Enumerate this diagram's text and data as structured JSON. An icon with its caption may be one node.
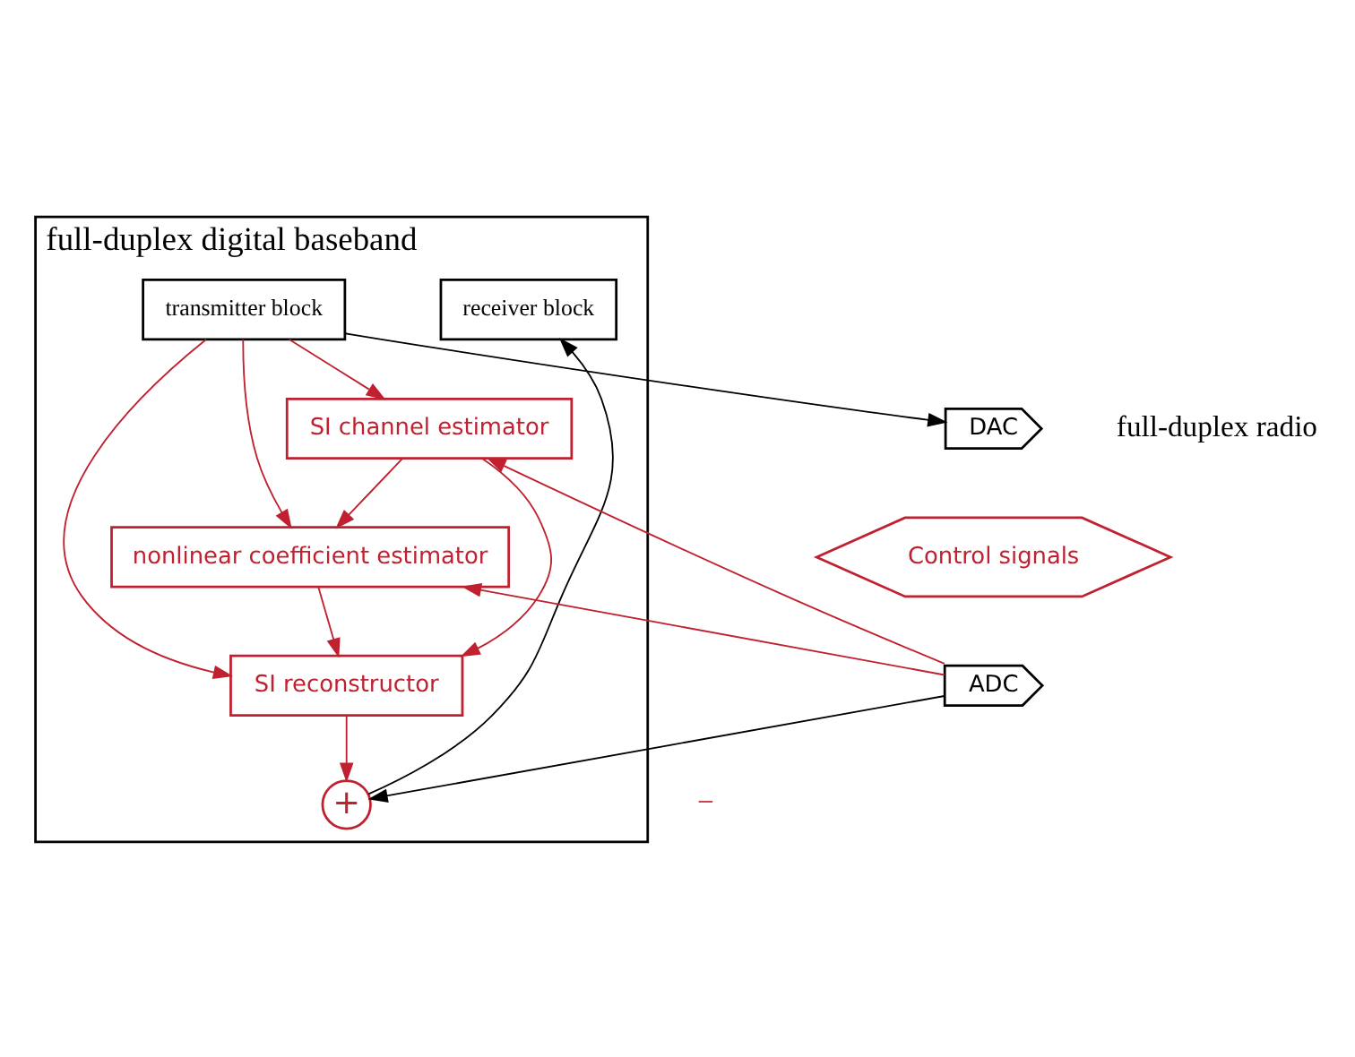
{
  "diagram": {
    "nodes": [
      {
        "text": [
          "full-duplex digital baseband"
        ]
      },
      {
        "text": [
          "receiver block"
        ],
        "in": 0
      },
      {
        "text": [
          "transmitter block"
        ],
        "in": 0
      },
      {
        "text": [
          "SI channel estimator"
        ],
        "in": 0
      },
      {
        "text": [
          "SI reconstructor"
        ],
        "in": 0
      },
      {
        "text": [
          "nonlinear coefficient estimator"
        ],
        "in": 0
      },
      {
        "text": [
          "+"
        ],
        "in": 0
      },
      {
        "text": [
          "DAC"
        ]
      },
      {
        "text": [
          "Control signals"
        ]
      },
      {
        "text": [
          "ADC"
        ]
      }
    ],
    "edges": [
      {
        "from": 2,
        "to": 7,
        "arrow": "to",
        "color": "#000000"
      },
      {
        "from": 2,
        "to": 4,
        "arrow": "to"
      },
      {
        "from": 2,
        "to": 3,
        "arrow": "to"
      },
      {
        "from": 2,
        "to": 5,
        "arrow": "to"
      },
      {
        "from": 3,
        "to": 4,
        "arrow": "to"
      },
      {
        "from": 3,
        "to": 5,
        "arrow": "to"
      },
      {
        "from": 9,
        "to": 3,
        "arrow": "to"
      },
      {
        "from": 9,
        "to": 5,
        "arrow": "to"
      },
      {
        "from": 5,
        "to": 4,
        "arrow": "to"
      },
      {
        "from": 4,
        "to": 6,
        "arrow": "to"
      },
      {
        "from": 9,
        "to": 6,
        "arrow": "to",
        "color": "#000000"
      },
      {
        "from": 6,
        "to": 1,
        "arrow": "to",
        "color": "#000000"
      }
    ],
    "labels": [
      "full-duplex radio",
      "−"
    ]
  }
}
